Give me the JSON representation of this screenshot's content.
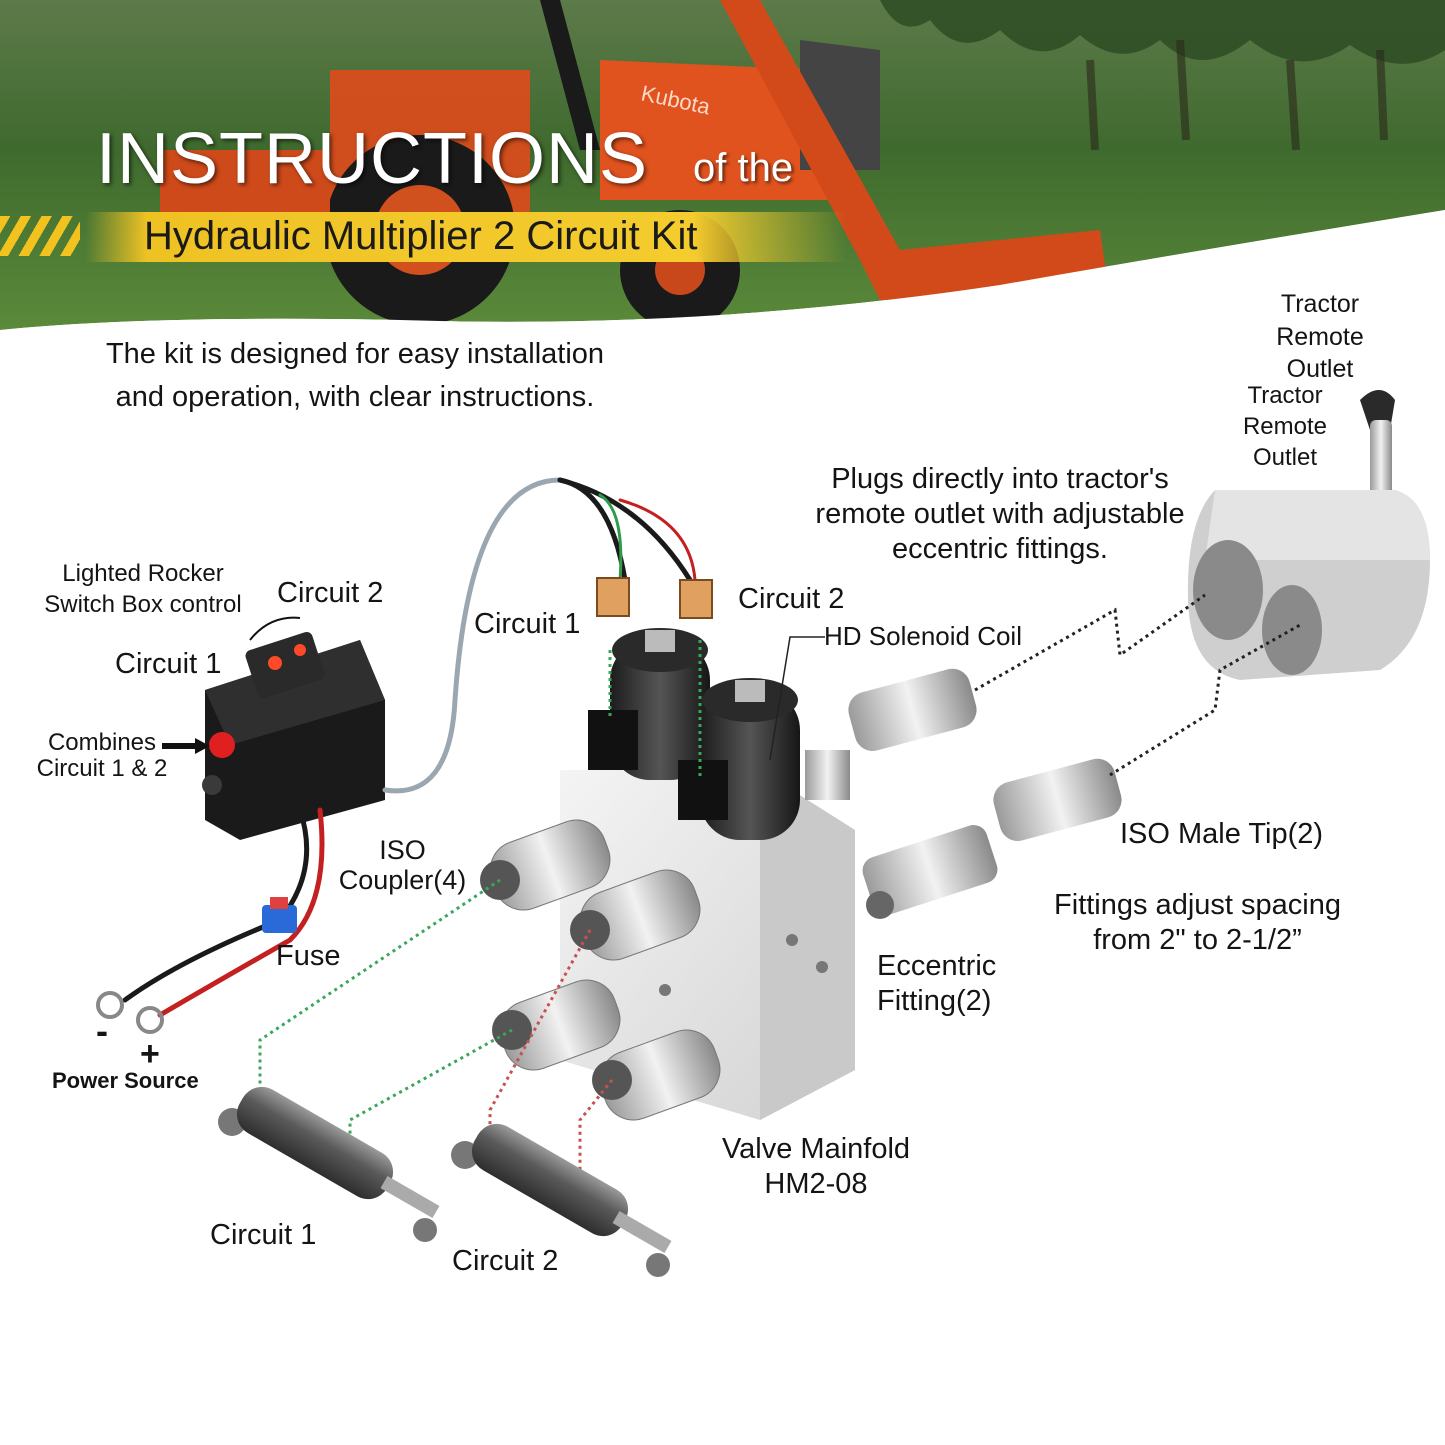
{
  "header": {
    "title_main": "INSTRUCTIONS",
    "title_suffix": "of the",
    "subtitle": "Hydraulic Multiplier 2 Circuit Kit",
    "tractor_brand": "Kubota"
  },
  "intro": {
    "line1": "The kit is designed for easy installation",
    "line2": "and operation, with clear instructions."
  },
  "labels": {
    "tractor_remote_outlet_a": [
      "Tractor",
      "Remote",
      "Outlet"
    ],
    "tractor_remote_outlet_b": [
      "Tractor",
      "Remote",
      "Outlet"
    ],
    "plugs_note": [
      "Plugs directly into tractor's",
      "remote outlet with adjustable",
      "eccentric fittings."
    ],
    "lighted_rocker": [
      "Lighted Rocker",
      "Switch Box control"
    ],
    "switch_circuit_2": "Circuit 2",
    "switch_circuit_1": "Circuit 1",
    "combines": [
      "Combines",
      "Circuit 1 & 2"
    ],
    "valve_circuit_1": "Circuit 1",
    "valve_circuit_2": "Circuit 2",
    "hd_solenoid": "HD Solenoid Coil",
    "iso_coupler": [
      "ISO",
      "Coupler(4)"
    ],
    "fuse": "Fuse",
    "iso_male_tip": "ISO Male Tip(2)",
    "fittings_adjust": [
      "Fittings adjust spacing",
      "from 2\" to 2-1/2”"
    ],
    "eccentric_fitting": [
      "Eccentric",
      "Fitting(2)"
    ],
    "valve_manifold": [
      "Valve Mainfold",
      "HM2-08"
    ],
    "cylinder_circuit_1": "Circuit 1",
    "cylinder_circuit_2": "Circuit 2",
    "power_source": "Power Source",
    "minus": "-",
    "plus": "+"
  },
  "colors": {
    "banner_yellow": "#f2c21e",
    "tractor_orange": "#e0521f",
    "grass_green": "#4f7a34",
    "wire_red": "#c42020",
    "wire_green": "#2f9a4a",
    "switch_lamp": "#ff4a2a",
    "circuit1_dots": "#3aa65a",
    "circuit2_dots": "#c85050"
  }
}
